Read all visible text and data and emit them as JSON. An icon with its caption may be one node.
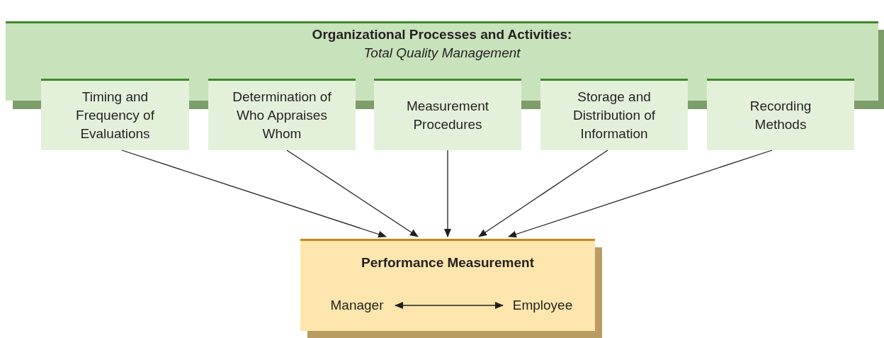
{
  "diagram": {
    "nodes": [
      {
        "text": [
          "Organizational Processes and Activities:",
          "Total Quality Management"
        ]
      },
      {
        "text": [
          "Timing and Frequency of Evaluations"
        ]
      },
      {
        "text": [
          "Determination of Who Appraises Whom"
        ]
      },
      {
        "text": [
          "Measurement Procedures"
        ]
      },
      {
        "text": [
          "Storage and Distribution of Information"
        ]
      },
      {
        "text": [
          "Recording Methods"
        ]
      },
      {
        "text": [
          "Performance Measurement"
        ]
      },
      {
        "text": [
          "Manager"
        ],
        "in": 6
      },
      {
        "text": [
          "Employee"
        ],
        "in": 6
      }
    ],
    "edges": [
      {
        "from": 1,
        "to": 6,
        "arrow": "to"
      },
      {
        "from": 2,
        "to": 6,
        "arrow": "to"
      },
      {
        "from": 3,
        "to": 6,
        "arrow": "to"
      },
      {
        "from": 4,
        "to": 6,
        "arrow": "to"
      },
      {
        "from": 5,
        "to": 6,
        "arrow": "to"
      },
      {
        "from": 7,
        "to": 8,
        "arrow": "both"
      }
    ]
  }
}
